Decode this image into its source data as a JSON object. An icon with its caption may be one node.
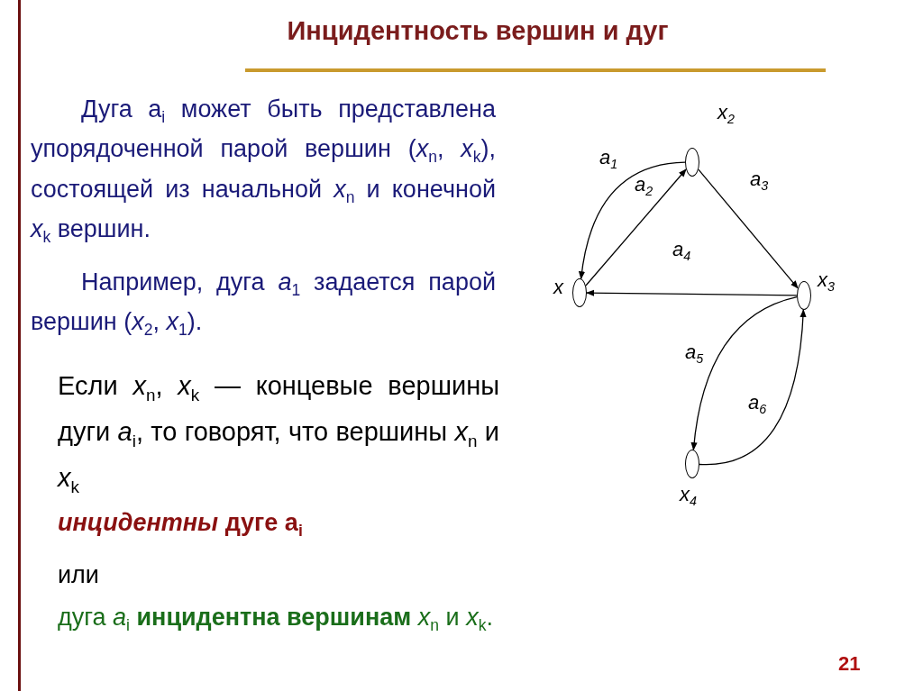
{
  "diagram": {
    "title": "Инцидентность вершин и дуг",
    "nodes": [
      {
        "text": [],
        "shape": "ellipse",
        "beside": [
          "x$_{2}$"
        ]
      },
      {
        "text": [],
        "shape": "ellipse",
        "beside": [
          "x"
        ]
      },
      {
        "text": [],
        "shape": "ellipse",
        "beside": [
          "x$_{3}$"
        ]
      },
      {
        "text": [],
        "shape": "ellipse",
        "beside": [
          "x$_{4}$"
        ]
      }
    ],
    "edges": [
      {
        "from": 0,
        "to": 1,
        "arrow": "to",
        "label": "a$_{1}$"
      },
      {
        "from": 1,
        "to": 0,
        "arrow": "to",
        "label": "a$_{2}$"
      },
      {
        "from": 0,
        "to": 2,
        "arrow": "to",
        "label": "a$_{3}$"
      },
      {
        "from": 2,
        "to": 1,
        "arrow": "to",
        "label": "a$_{4}$"
      },
      {
        "from": 2,
        "to": 3,
        "arrow": "to",
        "label": "a$_{5}$"
      },
      {
        "from": 3,
        "to": 2,
        "arrow": "to",
        "label": "a$_{6}$"
      }
    ],
    "labels": [
      "Дуга a$_{i}$ может быть представлена упорядоченной парой вершин (*x*$_{n}$, *x*$_{k}$), состоящей из начальной *x*$_{n}$ и конечной *x*$_{k}$ вершин.",
      "Например, дуга *a*$_{1}$ задается парой вершин (*x*$_{2}$, *x*$_{1}$).",
      "Если *x*$_{n}$, *x*$_{k}$ — концевые вершины дуги *a*$_{i}$, то говорят, что вершины *x*$_{n}$ и *x*$_{k}$",
      "*инцидентны* дуге a$_{i}$",
      "или",
      "дуга *a*$_{i}$ **инцидентна вершинам** *x*$_{n}$ и *x*$_{k}$.",
      "21"
    ]
  }
}
